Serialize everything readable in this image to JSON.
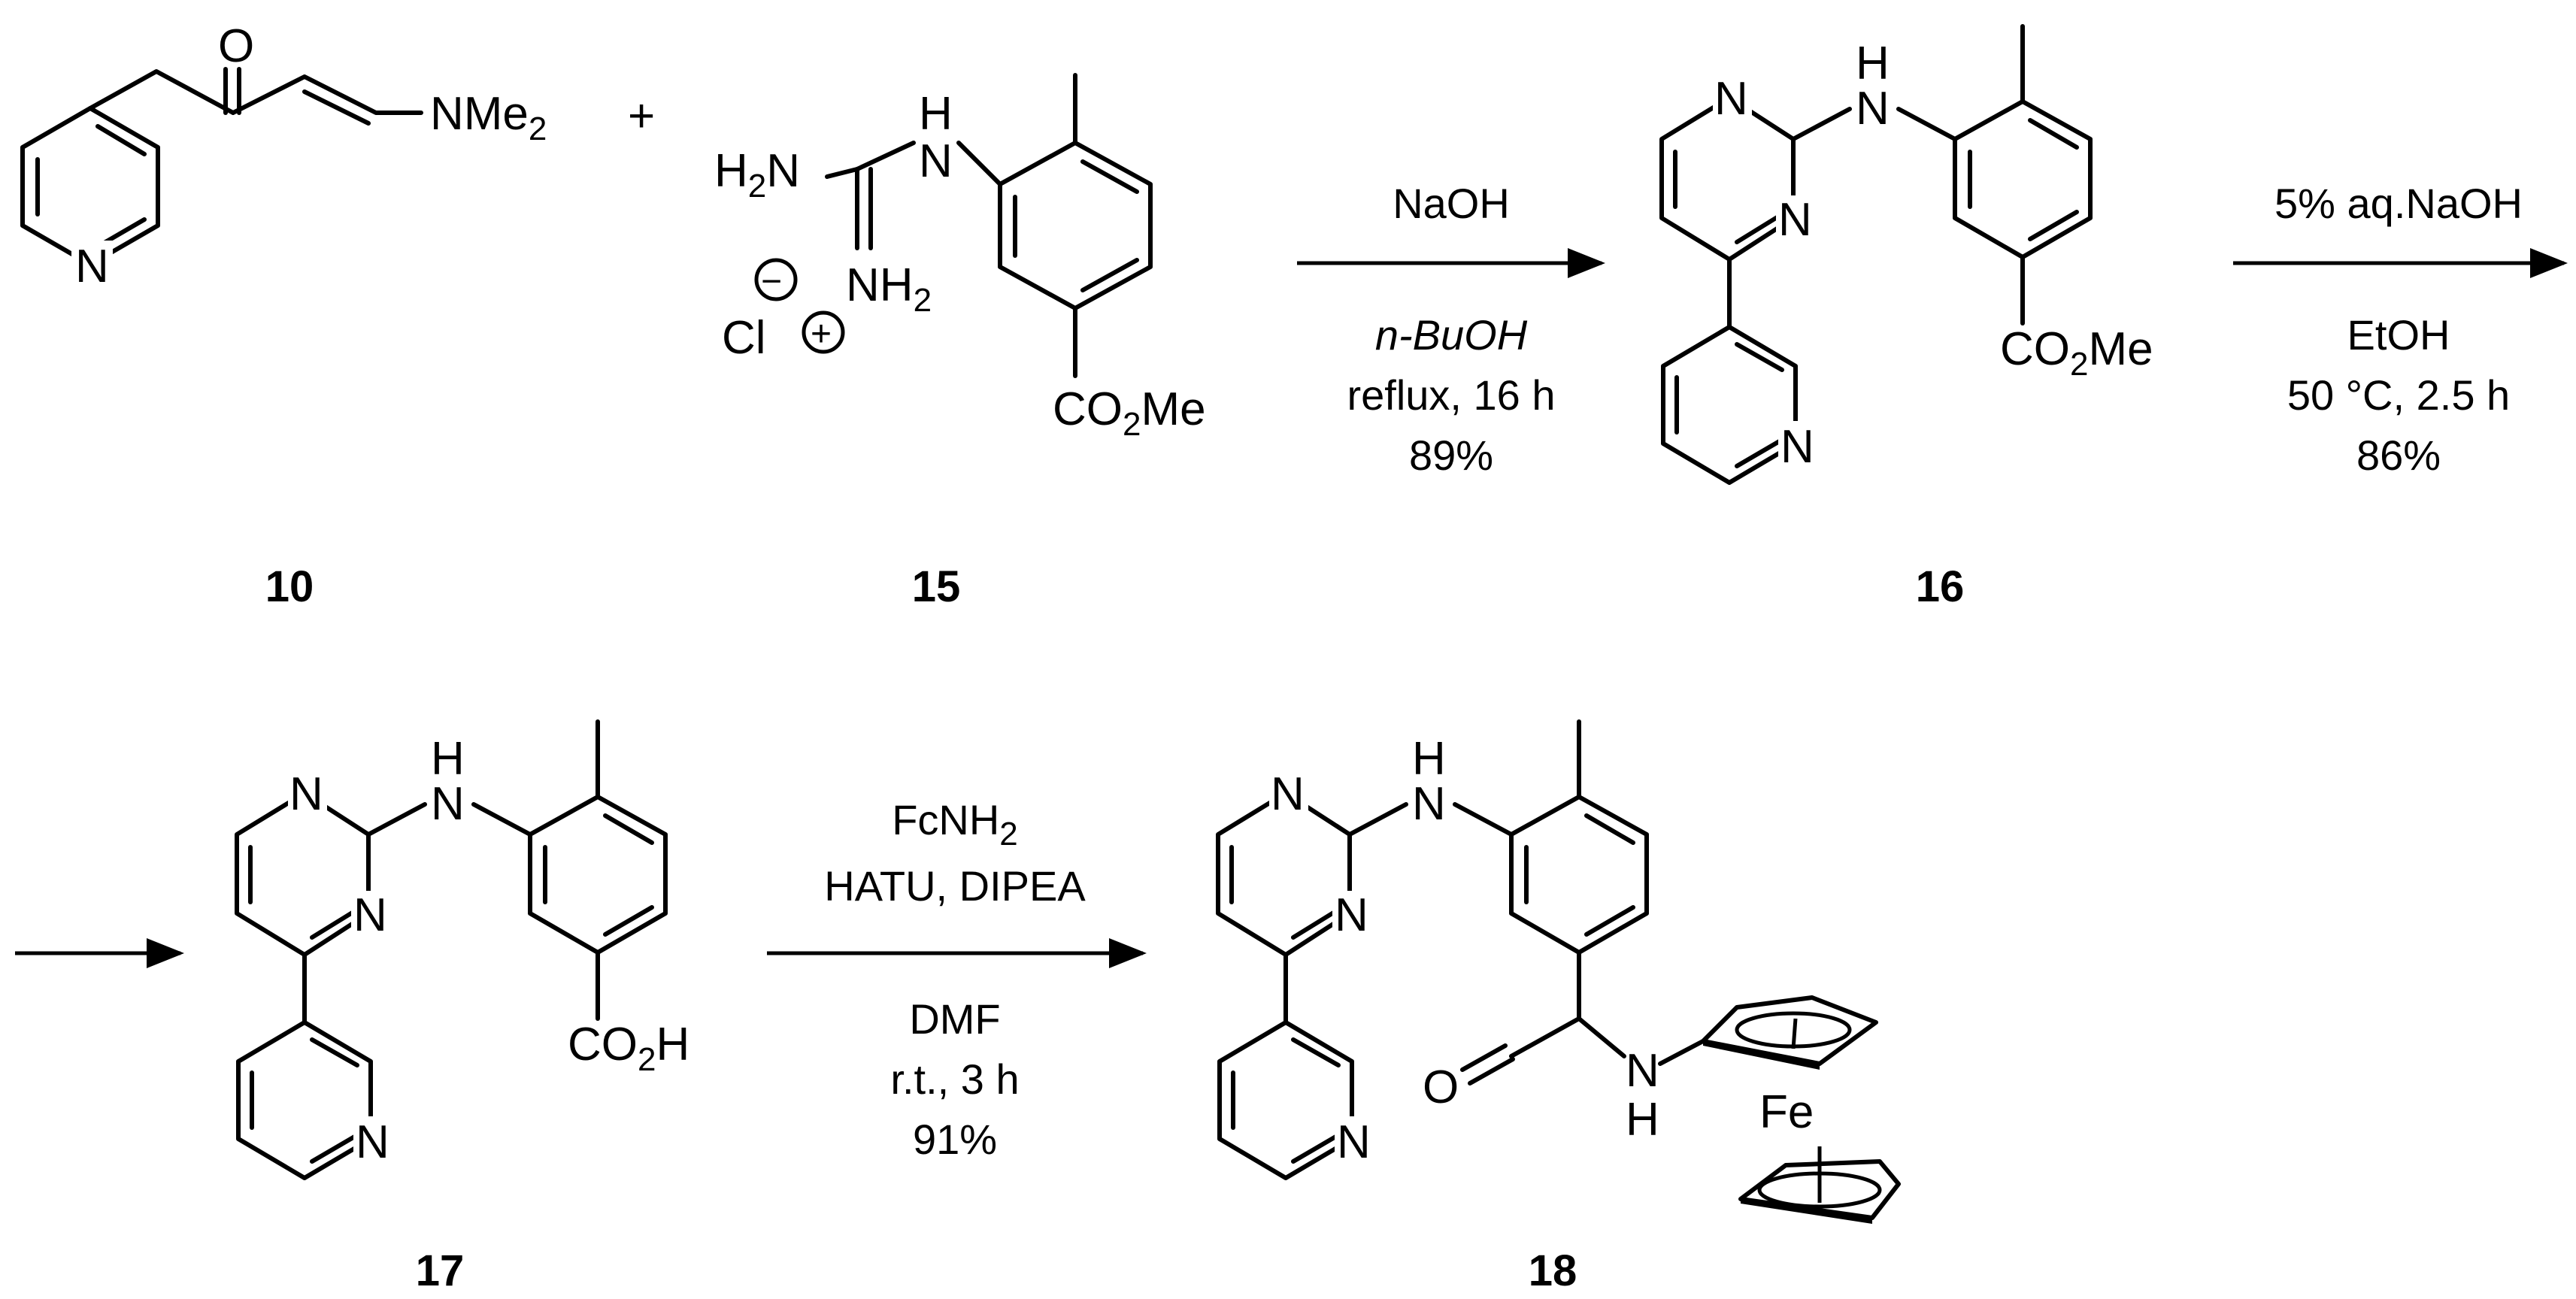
{
  "compounds": [
    {
      "id": "10"
    },
    {
      "id": "15"
    },
    {
      "id": "16"
    },
    {
      "id": "17"
    },
    {
      "id": "18"
    }
  ],
  "reactions": [
    {
      "above": [
        "NaOH"
      ],
      "below": [
        "n-BuOH",
        "reflux, 16 h",
        "89%"
      ]
    },
    {
      "above": [
        "5% aq.NaOH"
      ],
      "below": [
        "EtOH",
        "50 °C, 2.5 h",
        "86%"
      ]
    },
    {
      "above": [
        "FcNH2",
        "HATU, DIPEA"
      ],
      "below": [
        "DMF",
        "r.t., 3 h",
        "91%"
      ]
    }
  ],
  "plus_sign": "+",
  "atom_labels": {
    "N": "N",
    "O": "O",
    "H": "H",
    "NMe2": "NMe2",
    "H2N": "H2N",
    "NH2": "NH2",
    "Cl": "Cl",
    "CO2Me": "CO2Me",
    "CO2H": "CO2H",
    "Fe": "Fe",
    "minus": "−",
    "plus": "+"
  }
}
